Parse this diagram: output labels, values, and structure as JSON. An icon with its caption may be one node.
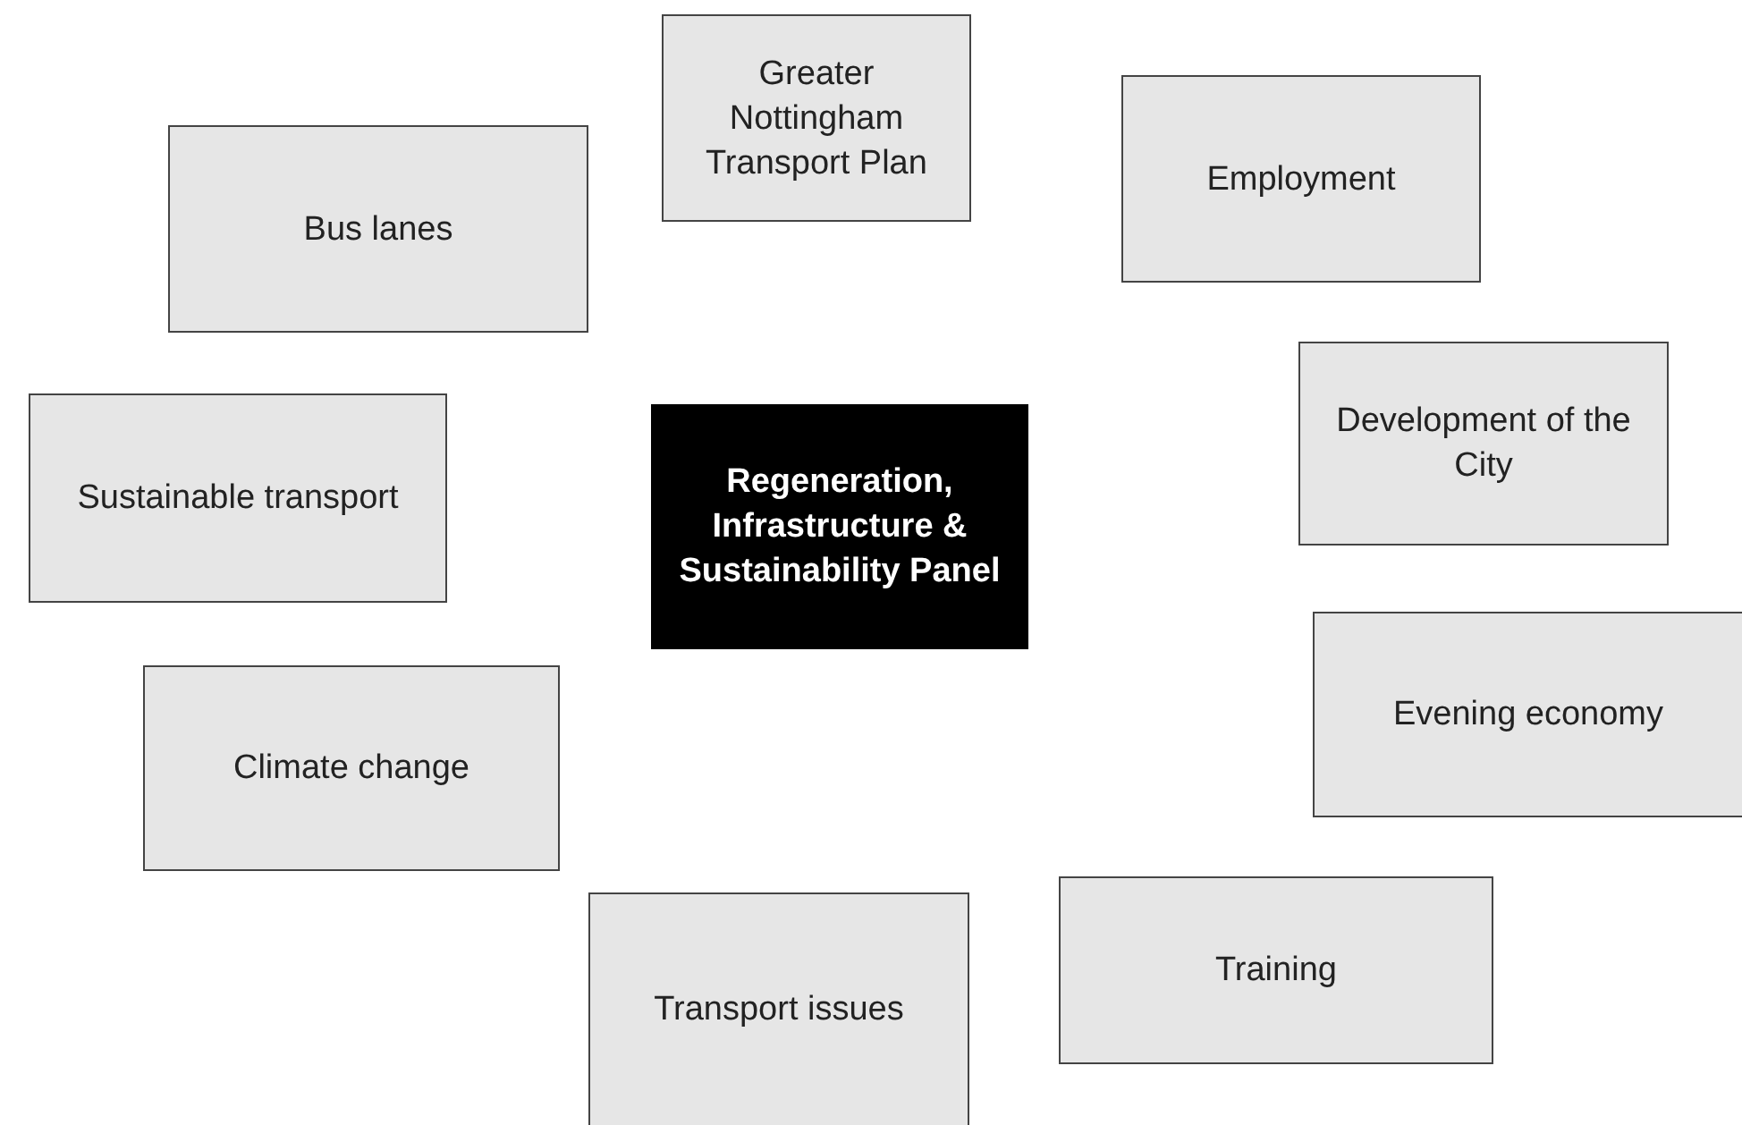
{
  "diagram": {
    "nodes": [
      {
        "text": [
          "Greater Nottingham Transport Plan"
        ]
      },
      {
        "text": [
          "Employment"
        ]
      },
      {
        "text": [
          "Bus lanes"
        ]
      },
      {
        "text": [
          "Development of the City"
        ]
      },
      {
        "text": [
          "Sustainable transport"
        ]
      },
      {
        "text": [
          "Regeneration, Infrastructure & Sustainability Panel"
        ]
      },
      {
        "text": [
          "Evening economy"
        ]
      },
      {
        "text": [
          "Climate change"
        ]
      },
      {
        "text": [
          "Training"
        ]
      },
      {
        "text": [
          "Transport issues"
        ]
      }
    ]
  }
}
